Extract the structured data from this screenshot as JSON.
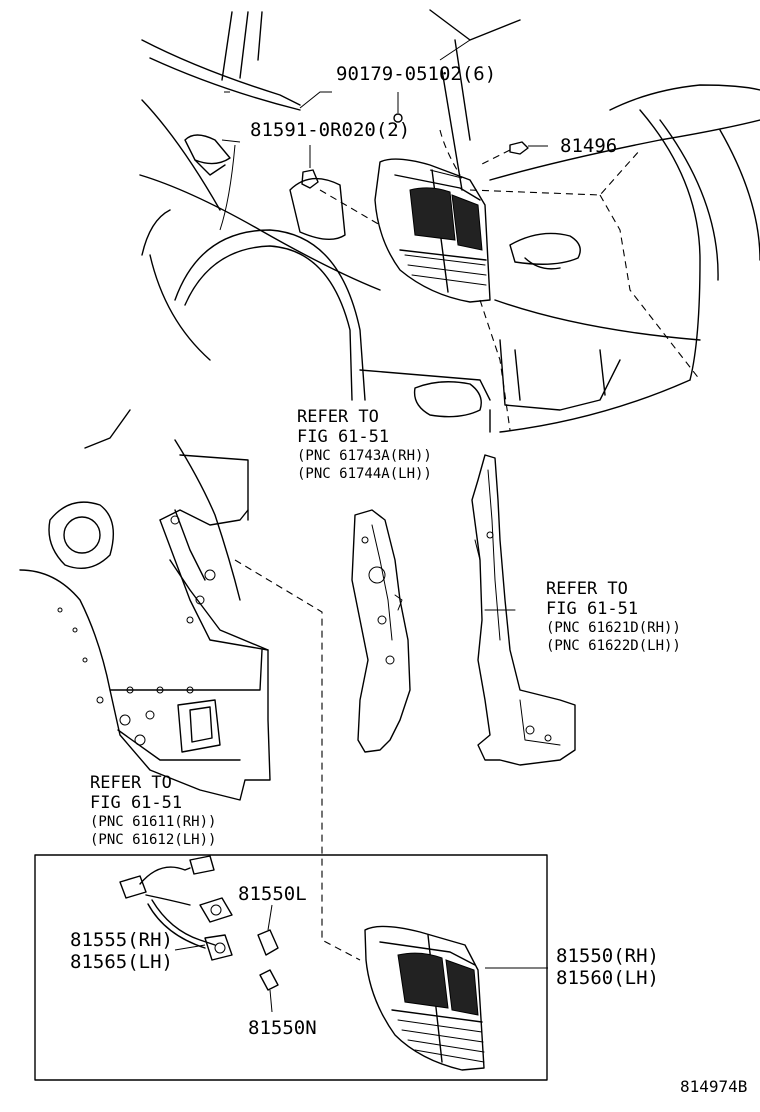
{
  "labels": {
    "bolt": "90179-05102(6)",
    "clip": "81591-0R020(2)",
    "plug": "81496",
    "lamp_bulb_l": "81550L",
    "socket_rh": "81555(RH)",
    "socket_lh": "81565(LH)",
    "lamp_bulb_n": "81550N",
    "lamp_rh": "81550(RH)",
    "lamp_lh": "81560(LH)",
    "diagram_code": "814974B"
  },
  "refs": {
    "center": {
      "line1": "REFER TO",
      "line2": "FIG 61-51",
      "pnc1": "(PNC 61743A(RH))",
      "pnc2": "(PNC 61744A(LH))"
    },
    "right": {
      "line1": "REFER TO",
      "line2": "FIG 61-51",
      "pnc1": "(PNC 61621D(RH))",
      "pnc2": "(PNC 61622D(LH))"
    },
    "left": {
      "line1": "REFER TO",
      "line2": "FIG 61-51",
      "pnc1": "(PNC 61611(RH))",
      "pnc2": "(PNC 61612(LH))"
    }
  }
}
